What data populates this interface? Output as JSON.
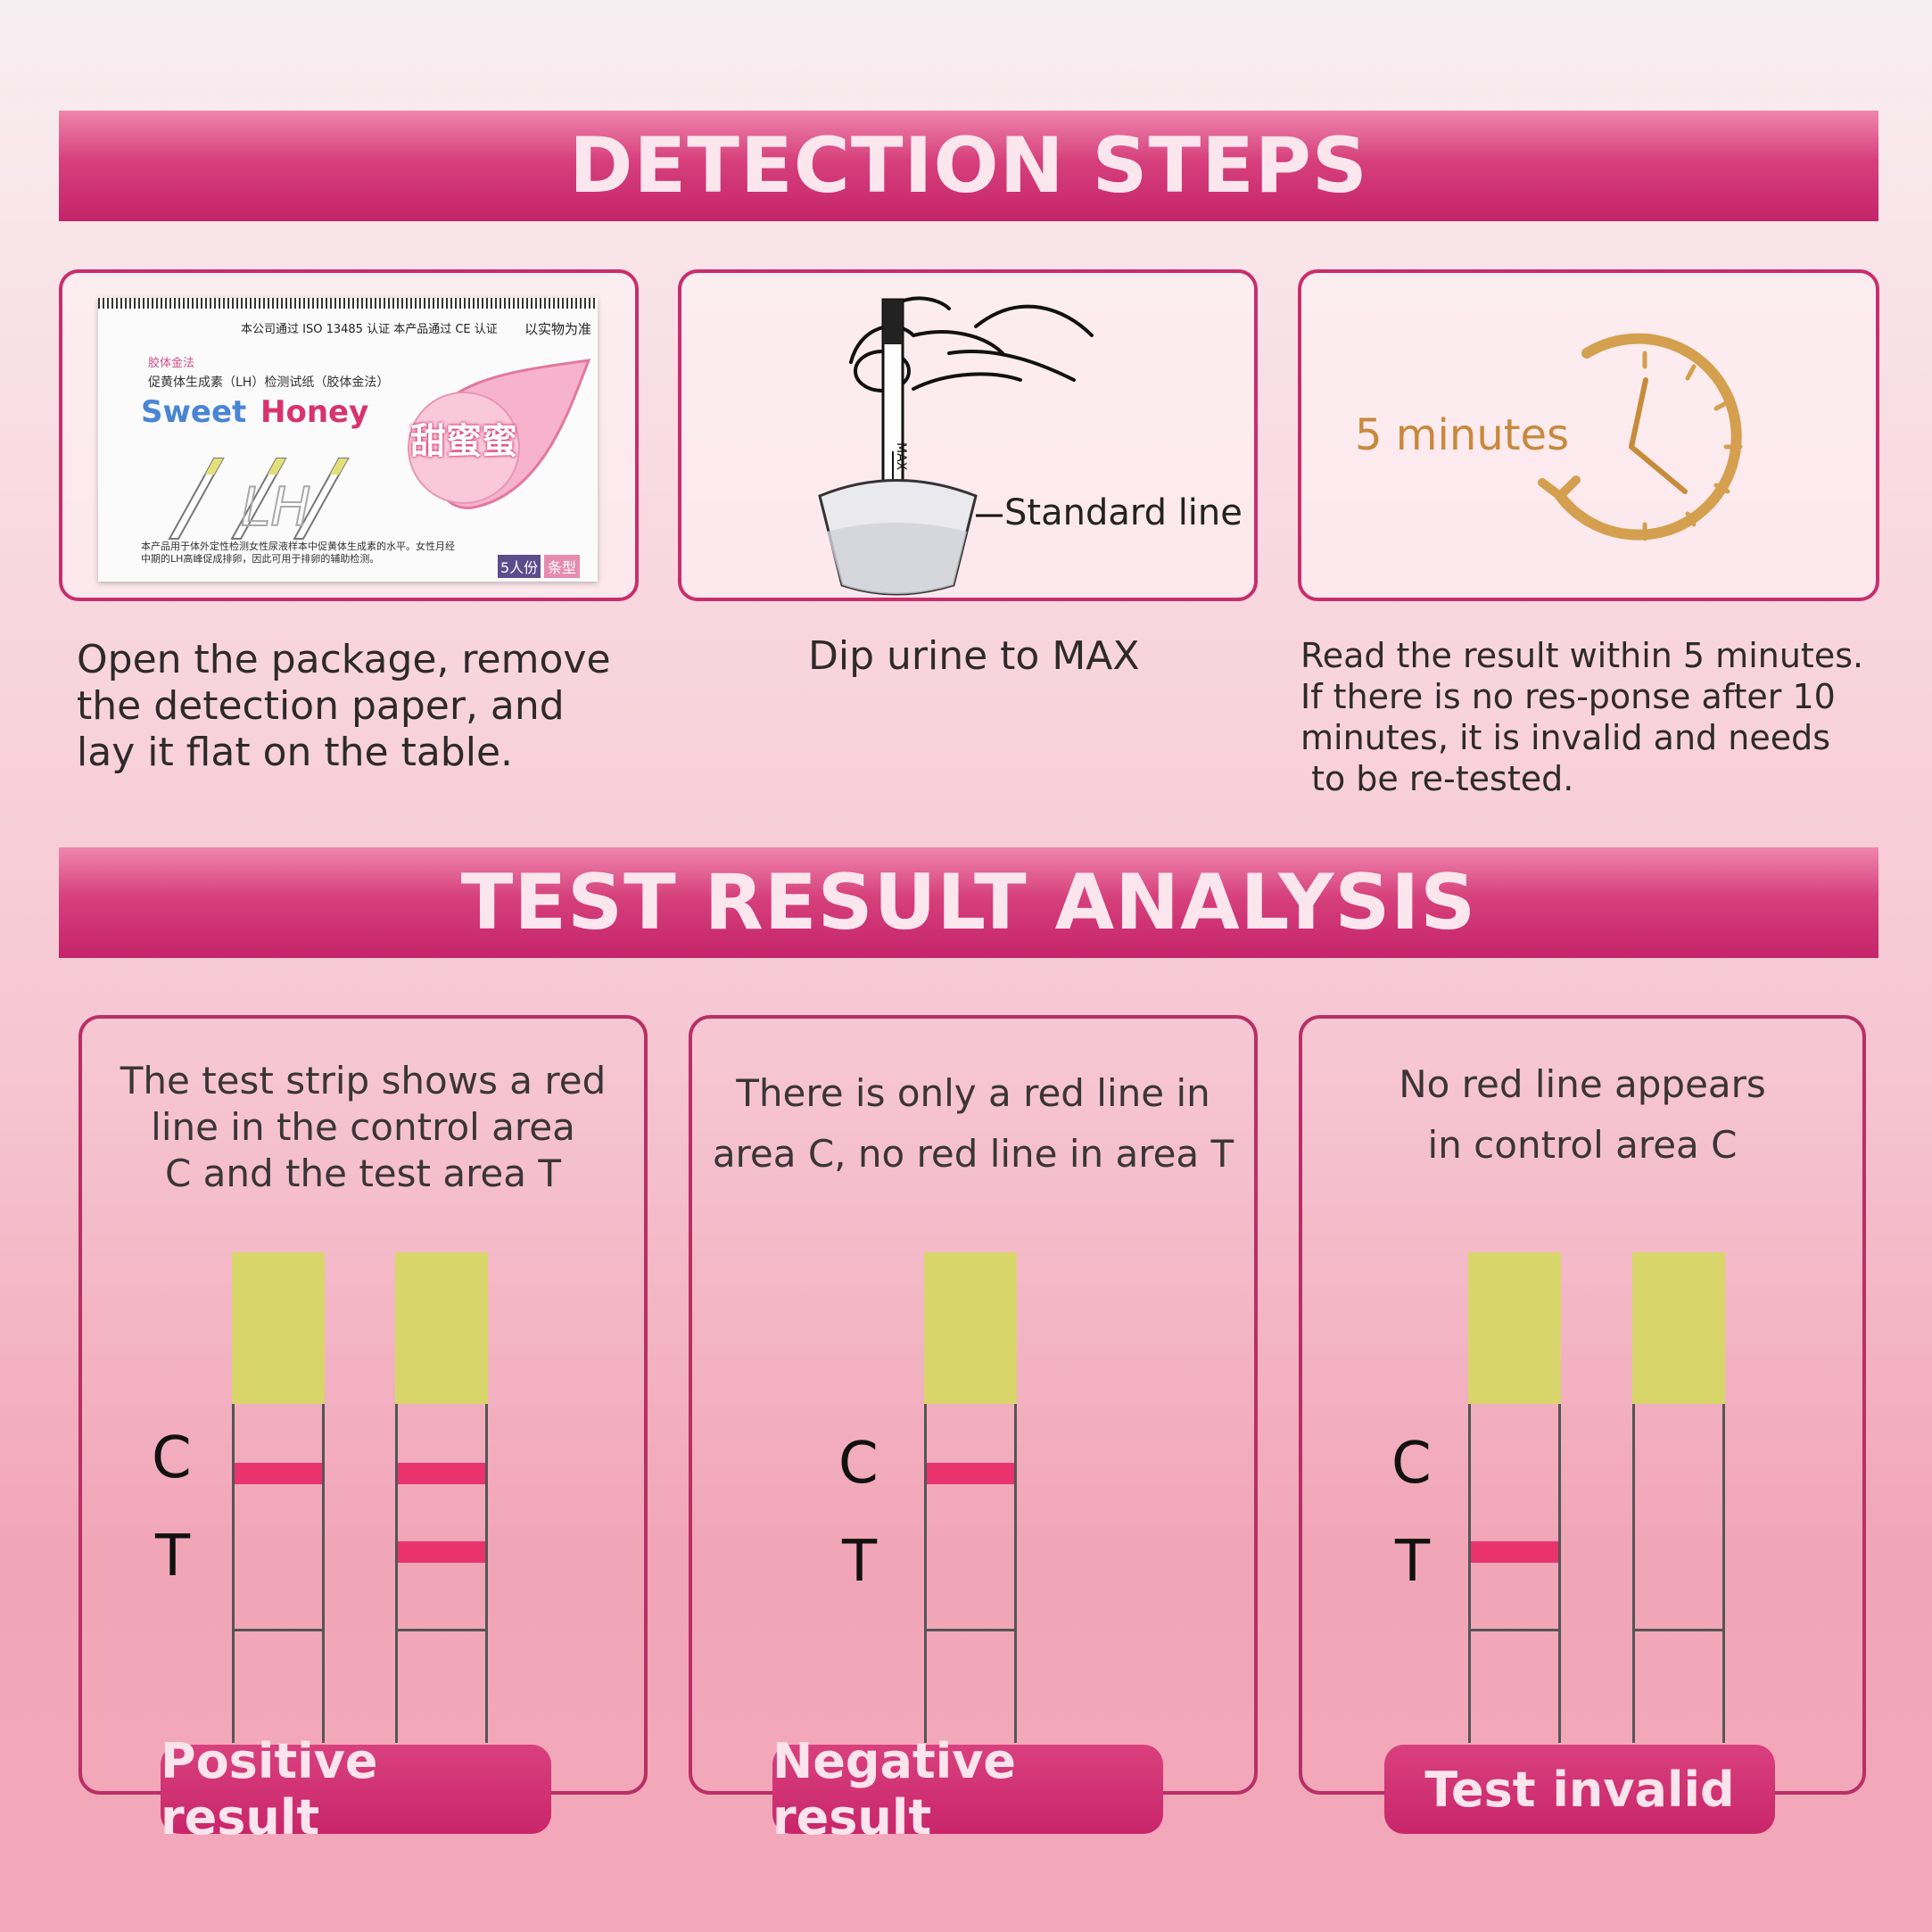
{
  "steps": {
    "title": "DETECTION STEPS",
    "box": {
      "top_note": "本公司通过 ISO 13485 认证  本产品通过 CE 认证",
      "right_note": "以实物为准",
      "method": "胶体金法",
      "cn_name": "促黄体生成素（LH）检测试纸（胶体金法）",
      "brand_en_1": "Sweet",
      "brand_en_2": "Honey",
      "brand_cn": "甜蜜蜜",
      "strip_text": "LH",
      "description": "本产品用于体外定性检测女性尿液样本中促黄体生成素的水平。女性月经中期的LH高峰促成排卵，因此可用于排卵的辅助检测。",
      "count_label": "5人份",
      "type_label": "条型"
    },
    "dip": {
      "label": "Standard line",
      "strip_mark": "MAX"
    },
    "timer": {
      "label": "5 minutes"
    },
    "step1_text": [
      "Open the package, remove",
      "the detection paper, and",
      "lay it flat on the table."
    ],
    "step2_text": [
      "Dip urine to MAX"
    ],
    "step3_text": [
      "Read the result within 5 minutes.",
      "If there is no res-ponse after 10",
      "minutes, it is invalid and needs",
      " to be re-tested."
    ]
  },
  "results": {
    "title": "TEST RESULT ANALYSIS",
    "positive": {
      "text": [
        "The test strip shows a red",
        "line in the control area",
        "C and the test area T"
      ],
      "label": "Positive result"
    },
    "negative": {
      "text": [
        "There is only a red line in",
        "area C, no red line in area T"
      ],
      "label": "Negative result"
    },
    "invalid": {
      "text": [
        "No red line appears",
        "in control area C"
      ],
      "label": "Test invalid"
    },
    "c_label": "C",
    "t_label": "T"
  },
  "colors": {
    "banner": "#c9266a",
    "line_red": "#e8336f",
    "strip_yellow": "#d8d66a",
    "timer_gold": "#d29a45"
  }
}
